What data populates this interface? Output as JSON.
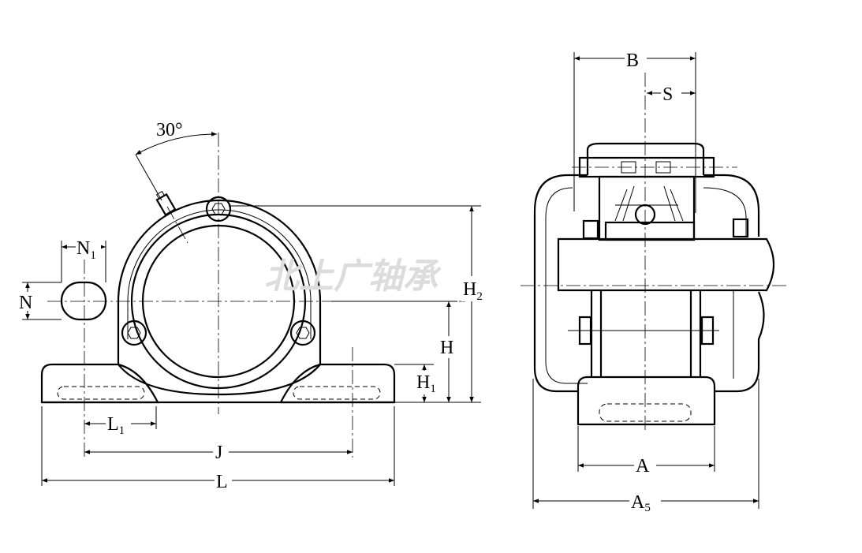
{
  "watermark": "北上广轴承",
  "left_view": {
    "angle": "30°",
    "dims": {
      "N1": "N",
      "N1_sub": "1",
      "N": "N",
      "H2": "H",
      "H2_sub": "2",
      "H": "H",
      "H1": "H",
      "H1_sub": "1",
      "L1": "L",
      "L1_sub": "1",
      "J": "J",
      "L": "L"
    }
  },
  "right_view": {
    "dims": {
      "B": "B",
      "S": "S",
      "A": "A",
      "A5": "A",
      "A5_sub": "5"
    }
  }
}
